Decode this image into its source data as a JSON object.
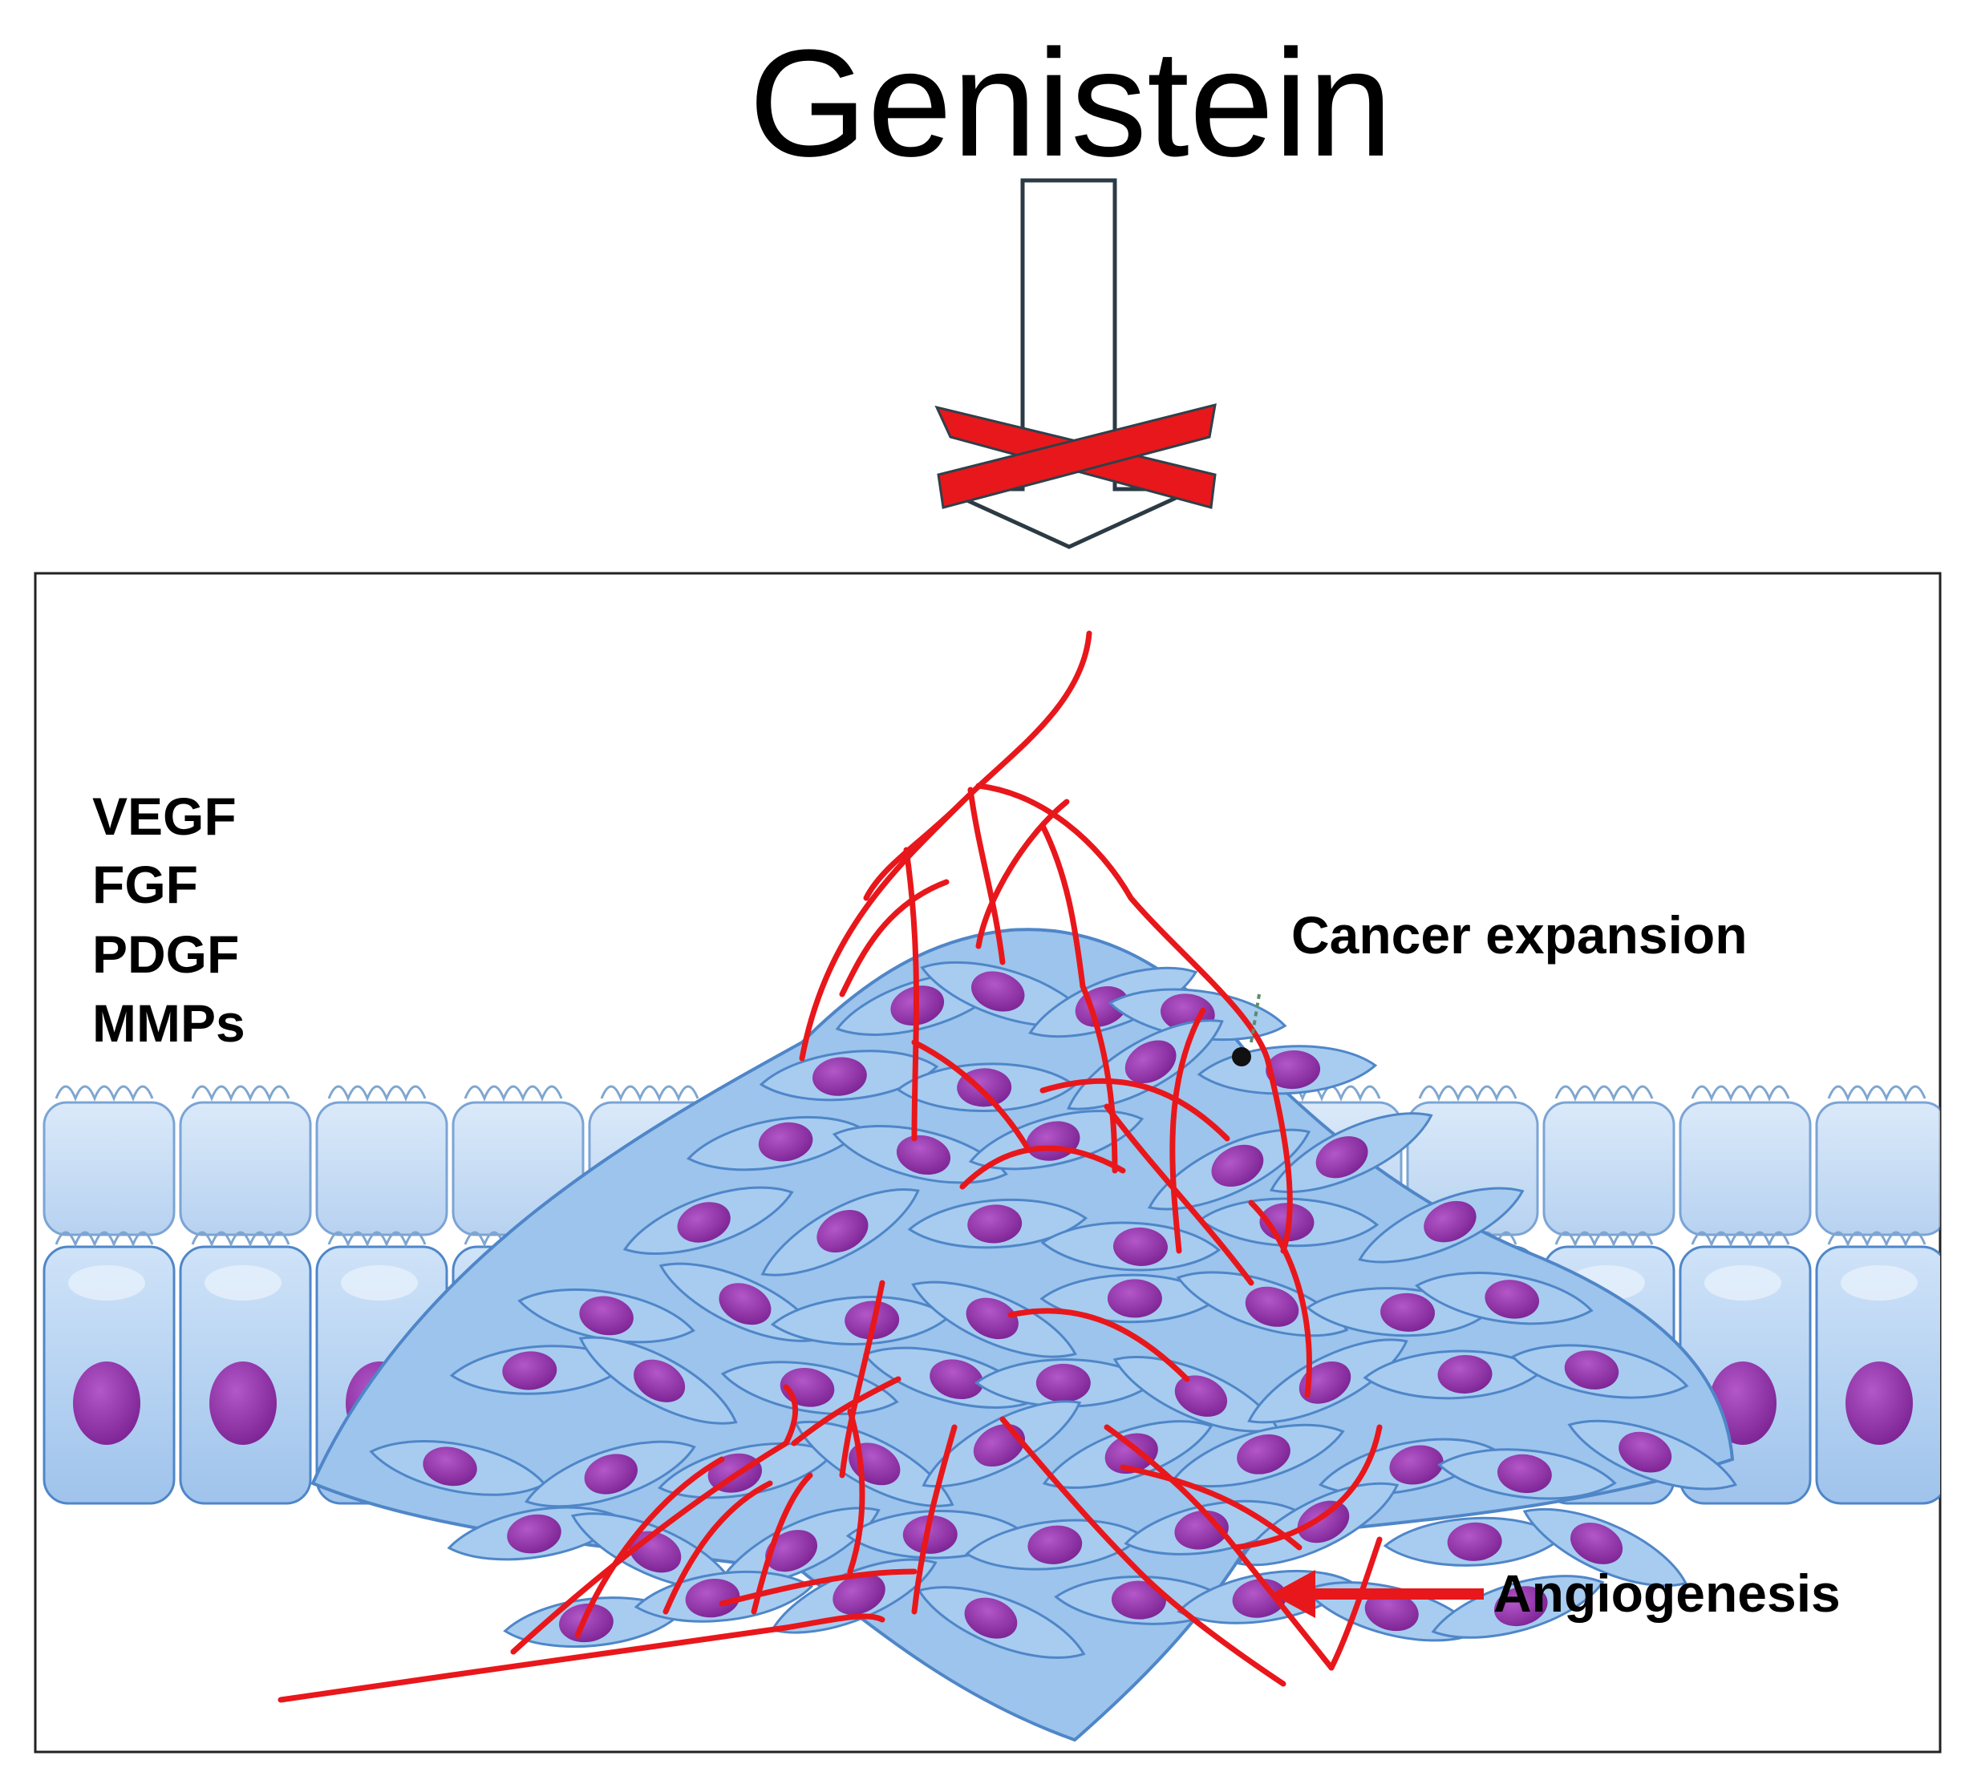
{
  "title": "Genistein",
  "factors": [
    "VEGF",
    "FGF",
    "PDGF",
    "MMPs"
  ],
  "labels": {
    "cancer_expansion": "Cancer expansion",
    "angiogenesis": "Angiogenesis"
  },
  "colors": {
    "inhibition_cross": "#e8171b",
    "vessels": "#e8171b",
    "cell_body": "#a9cbef",
    "cell_outline": "#4f86c8",
    "nucleus": "#8e2fa6",
    "frame": "#222222"
  }
}
